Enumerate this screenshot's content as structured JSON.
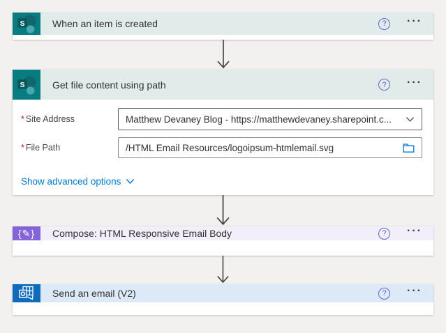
{
  "icons": {
    "help_glyph": "?",
    "more_glyph": "···",
    "compose_glyph": "{✎}",
    "sharepoint_letter": "S"
  },
  "colors": {
    "sharepoint_brand": "#077d82",
    "sharepoint_header_bg": "#e1ebea",
    "compose_brand": "#8464d8",
    "compose_header_bg": "#f2effa",
    "outlook_brand": "#0f6cbd",
    "outlook_header_bg": "#dce9f7",
    "link_blue": "#0078d4",
    "help_icon": "#6264cf",
    "arrow": "#484644"
  },
  "cards": {
    "trigger": {
      "title": "When an item is created"
    },
    "get_file_content": {
      "title": "Get file content using path",
      "site_address": {
        "required_mark": "*",
        "label": "Site Address",
        "value": "Matthew Devaney Blog - https://matthewdevaney.sharepoint.c..."
      },
      "file_path": {
        "required_mark": "*",
        "label": "File Path",
        "value": "/HTML Email Resources/logoipsum-htmlemail.svg"
      },
      "advanced_options_label": "Show advanced options"
    },
    "compose": {
      "title": "Compose: HTML Responsive Email Body"
    },
    "send_email": {
      "title": "Send an email (V2)"
    }
  }
}
